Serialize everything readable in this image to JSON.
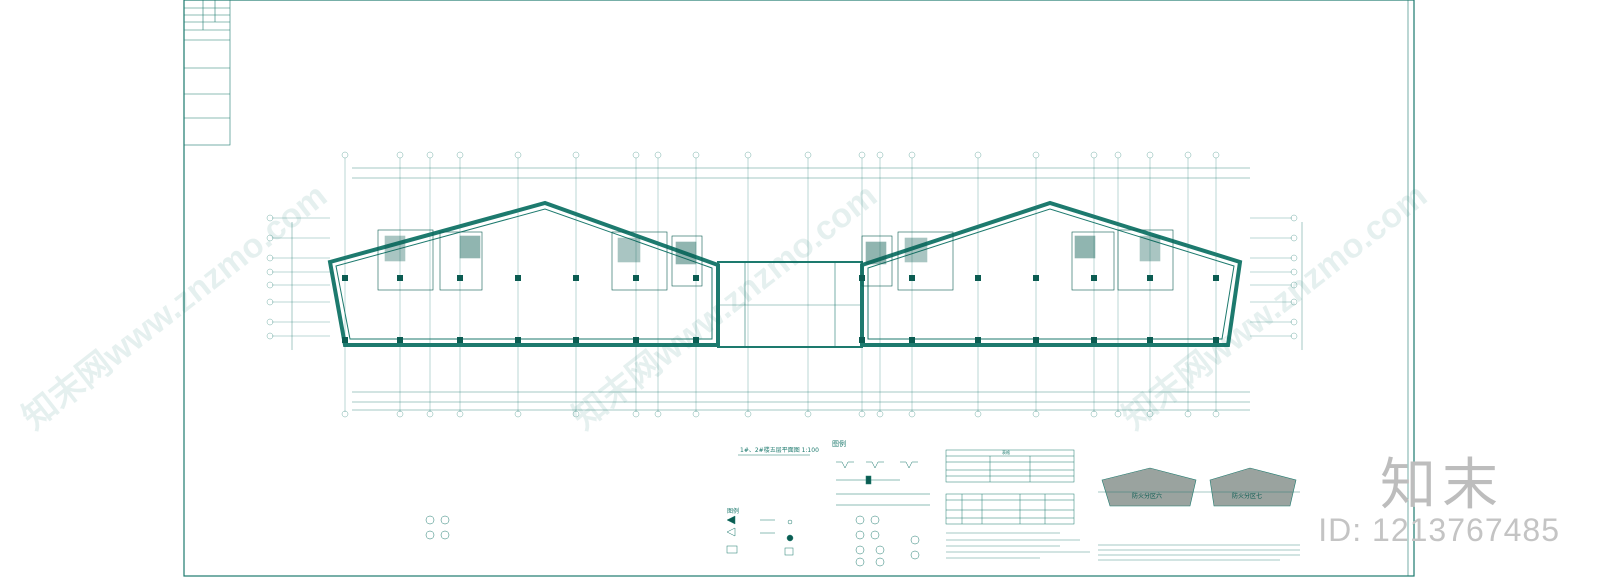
{
  "colors": {
    "line": "#1d7a6e",
    "dark": "#0b5c52",
    "fill_gray": "#9aa39f"
  },
  "drawing": {
    "plan_title": "1#、2#楼五层平面图  1:100",
    "legend_heading_1": "图例",
    "legend_heading_2": "图例",
    "table_heading": "表格",
    "keyplan_labels": [
      "防火分区六",
      "防火分区七"
    ]
  },
  "brand": {
    "name": "知末",
    "id_text": "ID: 1213767485"
  },
  "watermark": {
    "text": "知末网www.znzmo.com"
  }
}
